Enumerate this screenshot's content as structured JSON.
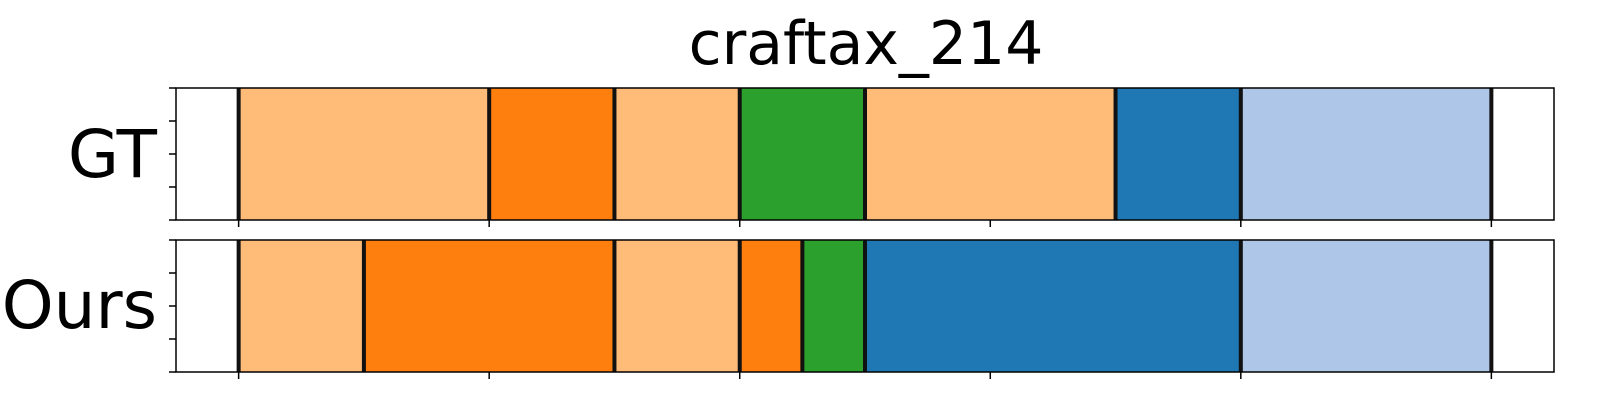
{
  "chart_data": {
    "type": "bar",
    "title": "craftax_214",
    "xlim": [
      0,
      11
    ],
    "rows": [
      {
        "label": "GT",
        "segments": [
          {
            "start": 0.5,
            "end": 2.5,
            "color": "#ffbb78"
          },
          {
            "start": 2.5,
            "end": 3.5,
            "color": "#ff7f0e"
          },
          {
            "start": 3.5,
            "end": 4.5,
            "color": "#ffbb78"
          },
          {
            "start": 4.5,
            "end": 5.5,
            "color": "#2ca02c"
          },
          {
            "start": 5.5,
            "end": 7.5,
            "color": "#ffbb78"
          },
          {
            "start": 7.5,
            "end": 8.5,
            "color": "#1f77b4"
          },
          {
            "start": 8.5,
            "end": 10.5,
            "color": "#aec7e8"
          }
        ],
        "boundaries": [
          0.5,
          2.5,
          3.5,
          4.5,
          5.5,
          7.5,
          8.5,
          10.5
        ]
      },
      {
        "label": "Ours",
        "segments": [
          {
            "start": 0.5,
            "end": 1.5,
            "color": "#ffbb78"
          },
          {
            "start": 1.5,
            "end": 3.5,
            "color": "#ff7f0e"
          },
          {
            "start": 3.5,
            "end": 4.5,
            "color": "#ffbb78"
          },
          {
            "start": 4.5,
            "end": 5.0,
            "color": "#ff7f0e"
          },
          {
            "start": 5.0,
            "end": 5.5,
            "color": "#2ca02c"
          },
          {
            "start": 5.5,
            "end": 8.5,
            "color": "#1f77b4"
          },
          {
            "start": 8.5,
            "end": 10.5,
            "color": "#aec7e8"
          }
        ],
        "boundaries": [
          0.5,
          1.5,
          3.5,
          4.5,
          5.0,
          5.5,
          8.5,
          10.5
        ]
      }
    ],
    "xticks": [
      0.5,
      2.5,
      4.5,
      6.5,
      8.5,
      10.5
    ],
    "yticks": [
      0,
      0.25,
      0.5,
      0.75,
      1.0
    ],
    "tick_labels_shown": false,
    "grid": false
  }
}
